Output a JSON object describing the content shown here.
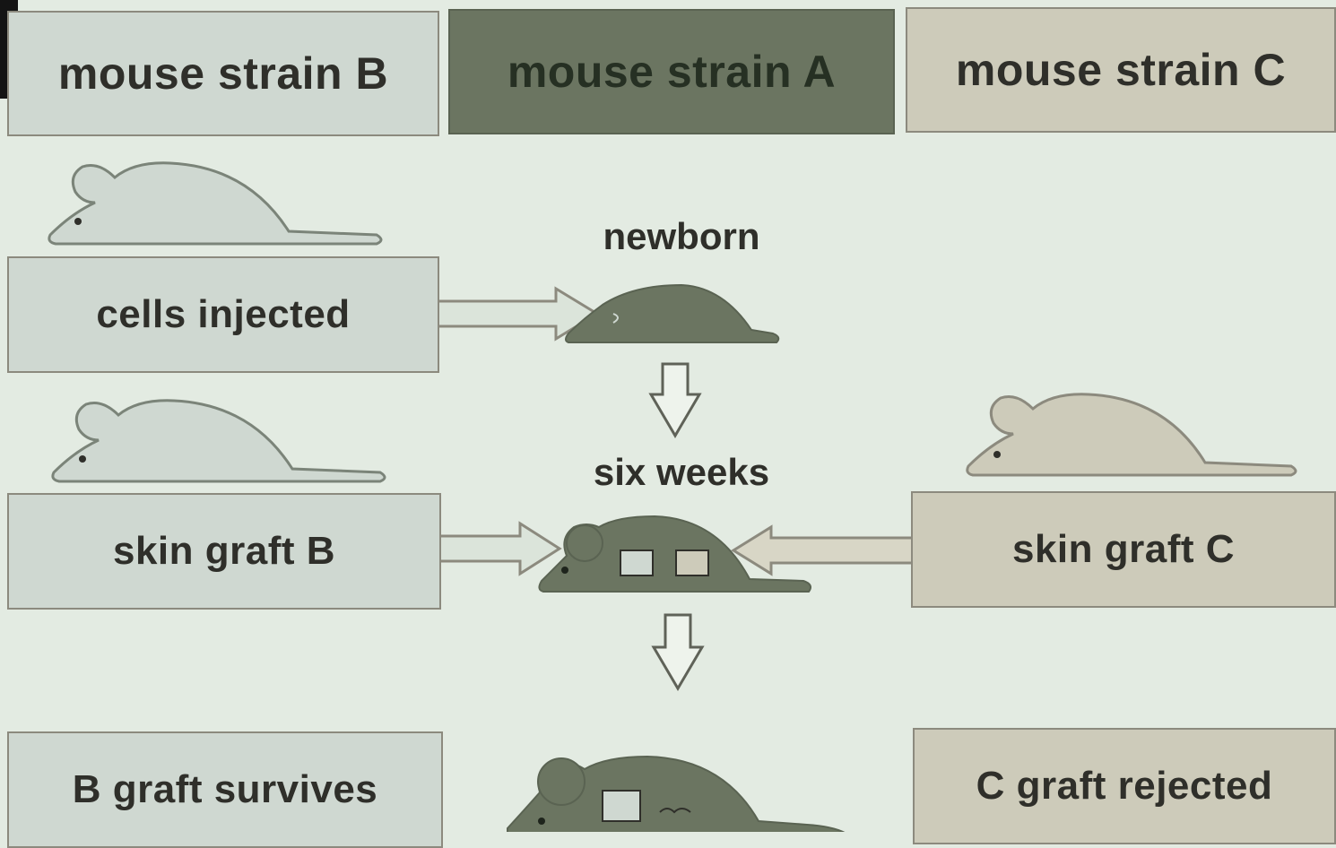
{
  "headers": {
    "strain_b": "mouse strain B",
    "strain_a": "mouse strain A",
    "strain_c": "mouse strain C"
  },
  "steps": {
    "newborn": "newborn",
    "six_weeks": "six weeks"
  },
  "boxes": {
    "cells_injected": "cells injected",
    "skin_graft_b": "skin graft B",
    "skin_graft_c": "skin graft C",
    "b_graft_survives": "B graft survives",
    "c_graft_rejected": "C graft rejected"
  },
  "colors": {
    "background": "#e3ebe2",
    "strain_b": "#cfd8d1",
    "strain_a": "#6b7561",
    "strain_c": "#cdcbba",
    "outline": "#8c8a7e"
  }
}
